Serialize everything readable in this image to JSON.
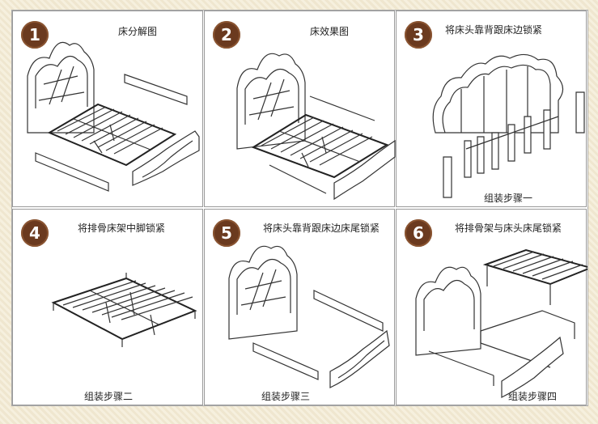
{
  "steps": [
    {
      "num": "1",
      "title": "床分解图",
      "footer": ""
    },
    {
      "num": "2",
      "title": "床效果图",
      "footer": ""
    },
    {
      "num": "3",
      "title": "将床头靠背跟床边锁紧",
      "footer": "组装步骤一"
    },
    {
      "num": "4",
      "title": "将排骨床架中脚锁紧",
      "footer": "组装步骤二"
    },
    {
      "num": "5",
      "title": "将床头靠背跟床边床尾锁紧",
      "footer": "组装步骤三"
    },
    {
      "num": "6",
      "title": "将排骨架与床头床尾锁紧",
      "footer": "组装步骤四"
    }
  ],
  "colors": {
    "badge": "#6b3a1f",
    "border": "#9a9a9a"
  }
}
